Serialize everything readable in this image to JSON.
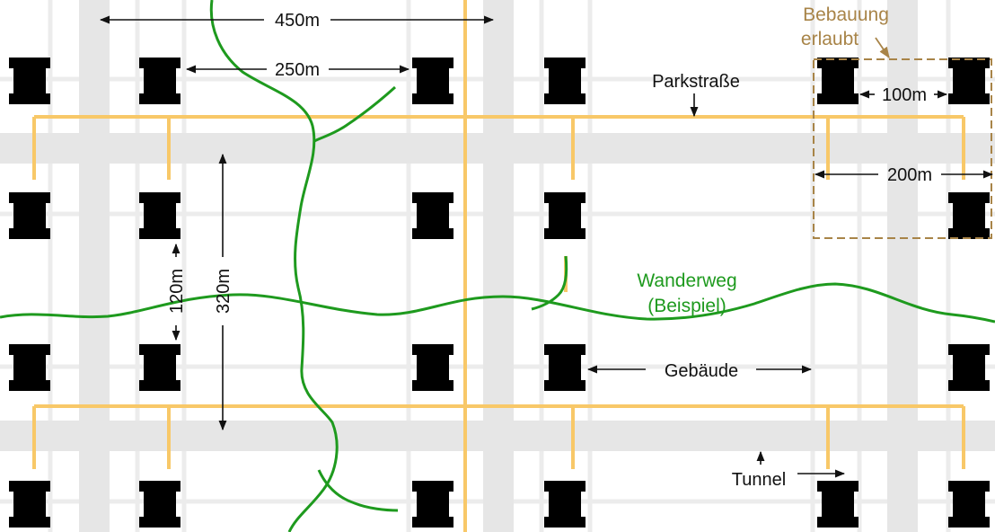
{
  "colors": {
    "background": "#ffffff",
    "road": "#e6e6e6",
    "road_line": "#f2f2f2",
    "tunnel": "#f8c868",
    "building": "#000000",
    "path": "#1e9a1e",
    "zone": "#a88448",
    "dimension": "#111111"
  },
  "labels": {
    "dim_450": "450m",
    "dim_250": "250m",
    "dim_100": "100m",
    "dim_200": "200m",
    "dim_120": "120m",
    "dim_320": "320m",
    "park_street": "Parkstraße",
    "buildings": "Gebäude",
    "tunnel": "Tunnel",
    "hiking_path_line1": "Wanderweg",
    "hiking_path_line2": "(Beispiel)",
    "build_zone_line1": "Bebauung",
    "build_zone_line2": "erlaubt"
  },
  "icons": {
    "building": "building-block-icon",
    "arrow": "arrow-icon"
  }
}
